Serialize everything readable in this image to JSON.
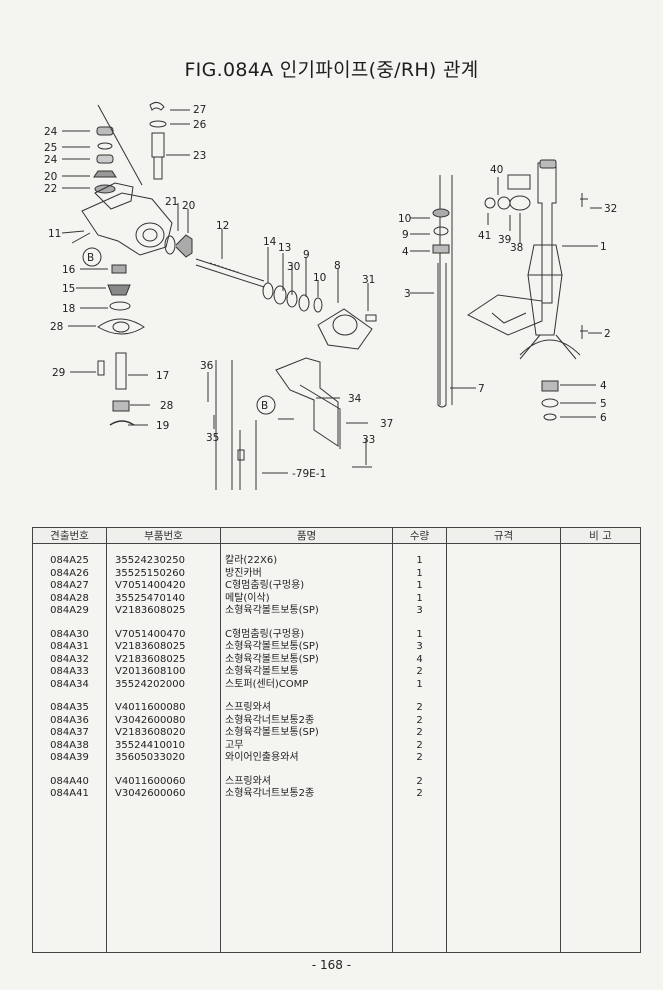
{
  "title": "FIG.084A 인기파이프(중/RH) 관계",
  "diagram": {
    "callouts": [
      "27",
      "26",
      "23",
      "24",
      "25",
      "24",
      "20",
      "22",
      "11",
      "21",
      "20",
      "12",
      "14",
      "13",
      "30",
      "9",
      "10",
      "8",
      "31",
      "16",
      "15",
      "18",
      "28",
      "29",
      "17",
      "28",
      "19",
      "36",
      "35",
      "34",
      "37",
      "33",
      "-79E-1",
      "B",
      "B",
      "10",
      "9",
      "4",
      "3",
      "7",
      "40",
      "32",
      "41",
      "39",
      "38",
      "1",
      "2",
      "4",
      "5",
      "6"
    ]
  },
  "table": {
    "headers": [
      "견출번호",
      "부품번호",
      "품명",
      "수량",
      "규격",
      "비 고"
    ],
    "groups": [
      [
        {
          "ref": "084A25",
          "part": "35524230250",
          "name": "칼라(22X6)",
          "qty": "1"
        },
        {
          "ref": "084A26",
          "part": "35525150260",
          "name": "방진카버",
          "qty": "1"
        },
        {
          "ref": "084A27",
          "part": "V7051400420",
          "name": "C형멈춤링(구멍용)",
          "qty": "1"
        },
        {
          "ref": "084A28",
          "part": "35525470140",
          "name": "메탈(이삭)",
          "qty": "1"
        },
        {
          "ref": "084A29",
          "part": "V2183608025",
          "name": "소형육각볼트보통(SP)",
          "qty": "3"
        }
      ],
      [
        {
          "ref": "084A30",
          "part": "V7051400470",
          "name": "C형멈춤링(구멍용)",
          "qty": "1"
        },
        {
          "ref": "084A31",
          "part": "V2183608025",
          "name": "소형육각볼트보통(SP)",
          "qty": "3"
        },
        {
          "ref": "084A32",
          "part": "V2183608025",
          "name": "소형육각볼트보통(SP)",
          "qty": "4"
        },
        {
          "ref": "084A33",
          "part": "V2013608100",
          "name": "소형육각볼트보통",
          "qty": "2"
        },
        {
          "ref": "084A34",
          "part": "35524202000",
          "name": "스토퍼(센터)COMP",
          "qty": "1"
        }
      ],
      [
        {
          "ref": "084A35",
          "part": "V4011600080",
          "name": "스프링와셔",
          "qty": "2"
        },
        {
          "ref": "084A36",
          "part": "V3042600080",
          "name": "소형육각너트보통2종",
          "qty": "2"
        },
        {
          "ref": "084A37",
          "part": "V2183608020",
          "name": "소형육각볼트보통(SP)",
          "qty": "2"
        },
        {
          "ref": "084A38",
          "part": "35524410010",
          "name": "고무",
          "qty": "2"
        },
        {
          "ref": "084A39",
          "part": "35605033020",
          "name": "와이어인출용와셔",
          "qty": "2"
        }
      ],
      [
        {
          "ref": "084A40",
          "part": "V4011600060",
          "name": "스프링와셔",
          "qty": "2"
        },
        {
          "ref": "084A41",
          "part": "V3042600060",
          "name": "소형육각너트보통2종",
          "qty": "2"
        }
      ]
    ]
  },
  "page_number": "- 168 -"
}
